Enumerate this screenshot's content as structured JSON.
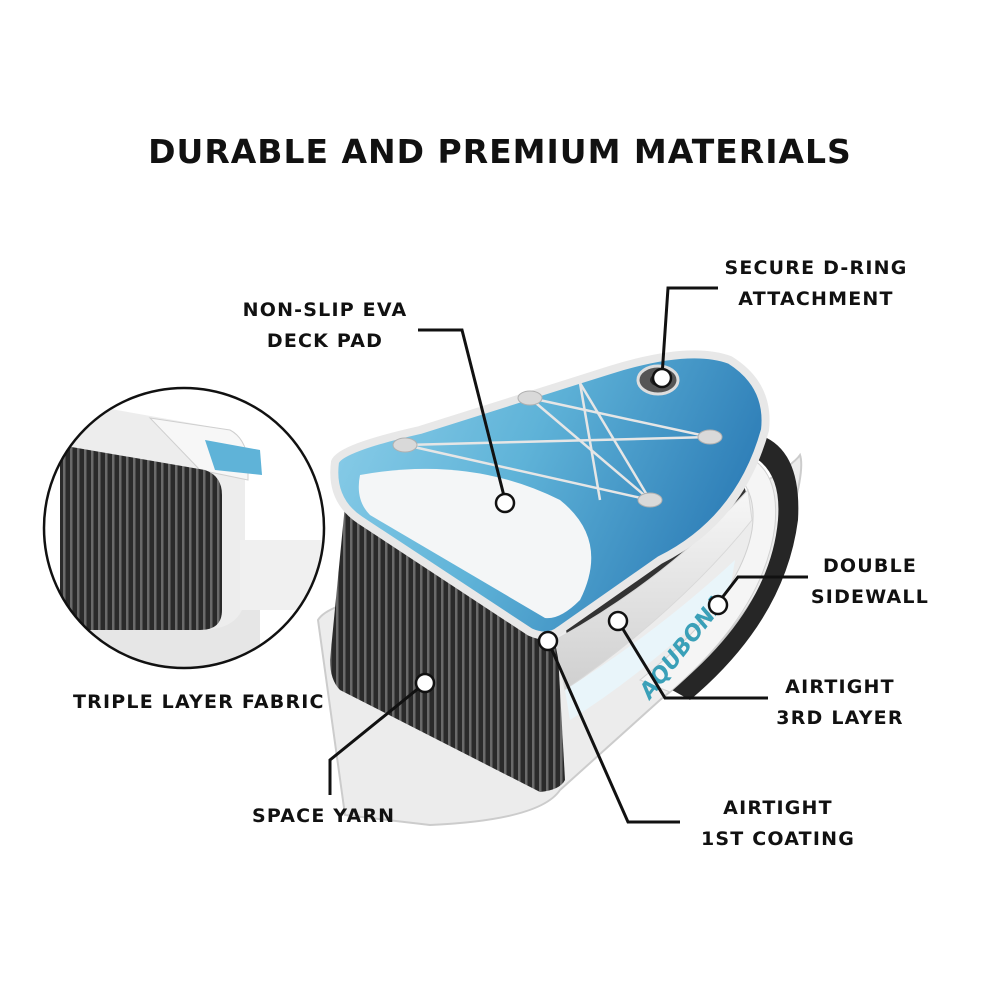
{
  "title": "DURABLE AND PREMIUM MATERIALS",
  "brand_mark": "AQUBONA",
  "labels": {
    "deck_pad": {
      "line1": "NON-SLIP EVA",
      "line2": "DECK PAD"
    },
    "d_ring": {
      "line1": "SECURE D-RING",
      "line2": "ATTACHMENT"
    },
    "double_sidewall": {
      "line1": "DOUBLE",
      "line2": "SIDEWALL"
    },
    "airtight_3rd": {
      "line1": "AIRTIGHT",
      "line2": "3RD LAYER"
    },
    "triple_layer": {
      "line1": "TRIPLE LAYER FABRIC"
    },
    "space_yarn": {
      "line1": "SPACE YARN"
    },
    "airtight_1st": {
      "line1": "AIRTIGHT",
      "line2": "1ST COATING"
    }
  },
  "colors": {
    "ink": "#111111",
    "deck_blue": "#4aa6cf",
    "deck_light": "#bfe3f2",
    "core_dark": "#2b2b2b",
    "sidewall": "#f2f2f2"
  }
}
